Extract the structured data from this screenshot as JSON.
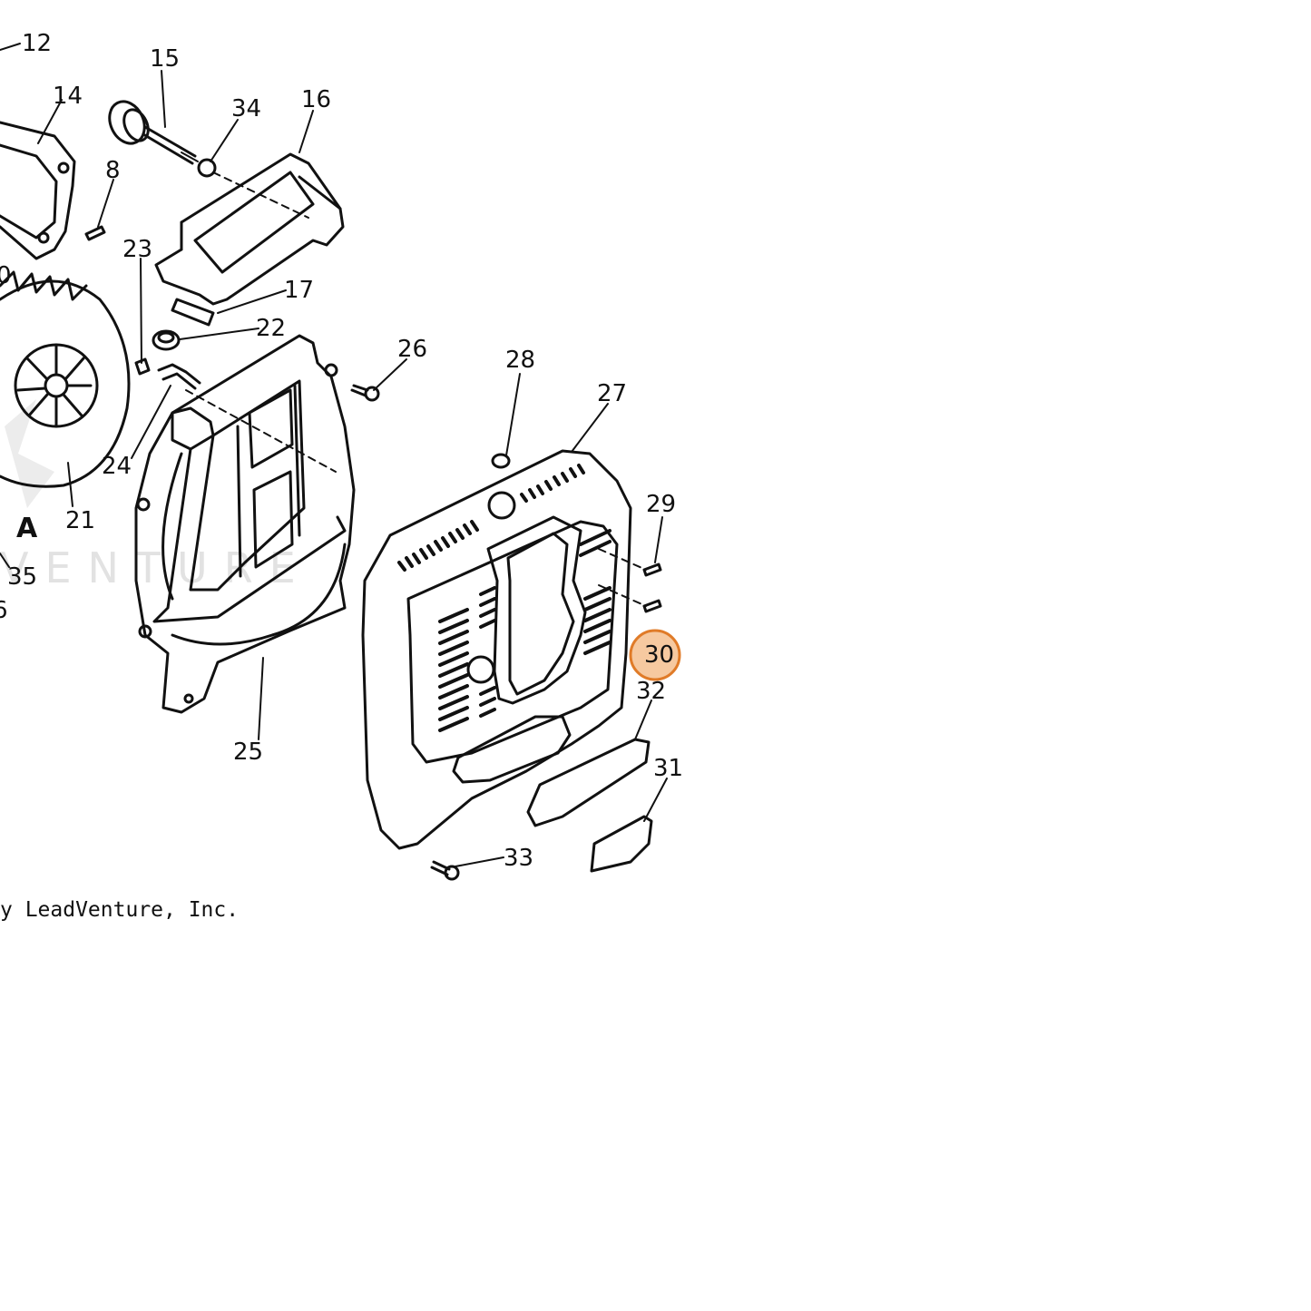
{
  "diagram": {
    "callouts": [
      {
        "id": "12",
        "label": "12"
      },
      {
        "id": "14",
        "label": "14"
      },
      {
        "id": "15",
        "label": "15"
      },
      {
        "id": "34",
        "label": "34"
      },
      {
        "id": "16",
        "label": "16"
      },
      {
        "id": "8",
        "label": "8"
      },
      {
        "id": "23",
        "label": "23"
      },
      {
        "id": "17",
        "label": "17"
      },
      {
        "id": "22",
        "label": "22"
      },
      {
        "id": "26",
        "label": "26"
      },
      {
        "id": "28",
        "label": "28"
      },
      {
        "id": "27",
        "label": "27"
      },
      {
        "id": "24",
        "label": "24"
      },
      {
        "id": "21",
        "label": "21"
      },
      {
        "id": "29",
        "label": "29"
      },
      {
        "id": "30",
        "label": "30"
      },
      {
        "id": "32",
        "label": "32"
      },
      {
        "id": "25",
        "label": "25"
      },
      {
        "id": "31",
        "label": "31"
      },
      {
        "id": "33",
        "label": "33"
      },
      {
        "id": "35",
        "label": "35"
      },
      {
        "id": "A",
        "label": "A"
      },
      {
        "id": "frag-0",
        "label": "0"
      },
      {
        "id": "frag-6",
        "label": "6"
      }
    ],
    "highlighted_callout": "30",
    "highlight_color": "#e07b28",
    "highlight_fill": "#f6c9a0",
    "watermark_text": "VENTURE",
    "copyright": "y LeadVenture, Inc."
  }
}
